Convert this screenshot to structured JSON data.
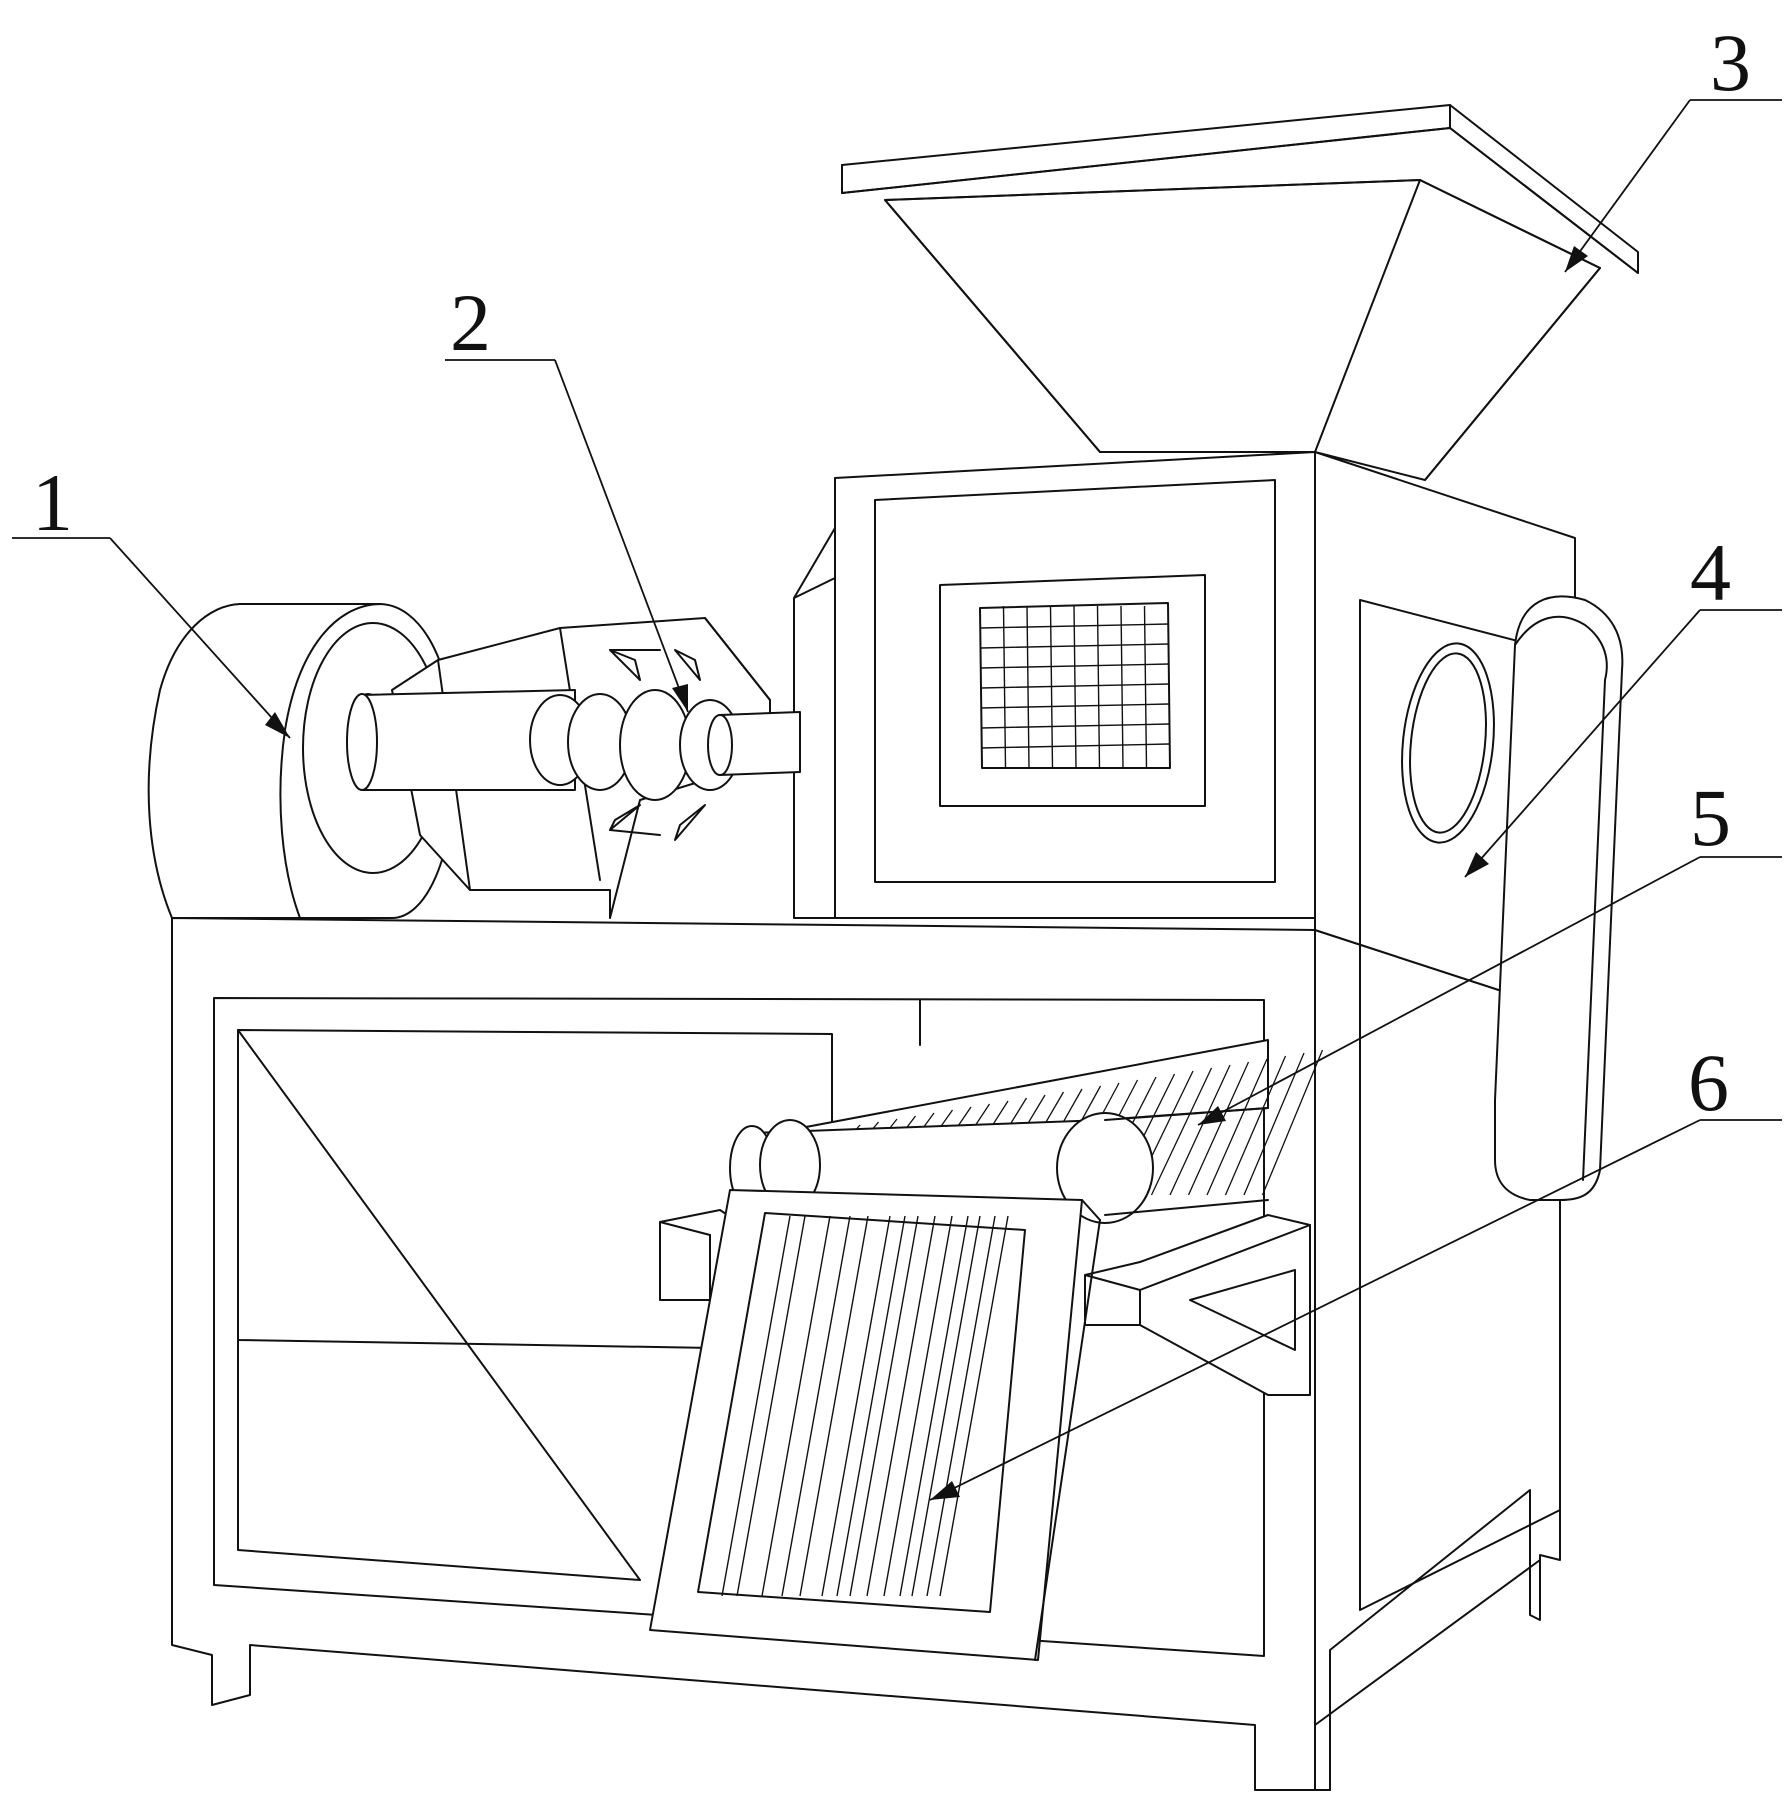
{
  "figure": {
    "labels": [
      {
        "id": "1",
        "text": "1"
      },
      {
        "id": "2",
        "text": "2"
      },
      {
        "id": "3",
        "text": "3"
      },
      {
        "id": "4",
        "text": "4"
      },
      {
        "id": "5",
        "text": "5"
      },
      {
        "id": "6",
        "text": "6"
      }
    ]
  },
  "colors": {
    "line": "#111111",
    "background": "#ffffff"
  }
}
